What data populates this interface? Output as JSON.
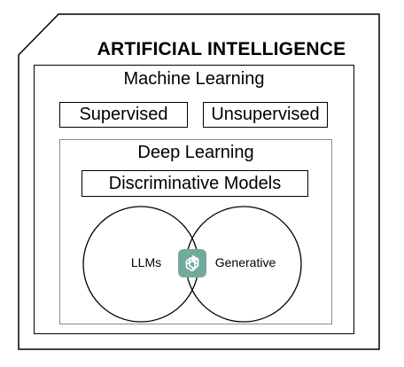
{
  "diagram": {
    "title": "ARTIFICIAL INTELLIGENCE",
    "machine_learning": {
      "label": "Machine Learning",
      "supervised": "Supervised",
      "unsupervised": "Unsupervised"
    },
    "deep_learning": {
      "label": "Deep Learning",
      "discriminative": "Discriminative Models",
      "llms": "LLMs",
      "generative": "Generative"
    },
    "logo": {
      "icon": "openai-logo-icon",
      "color": "#74aa9c"
    }
  }
}
